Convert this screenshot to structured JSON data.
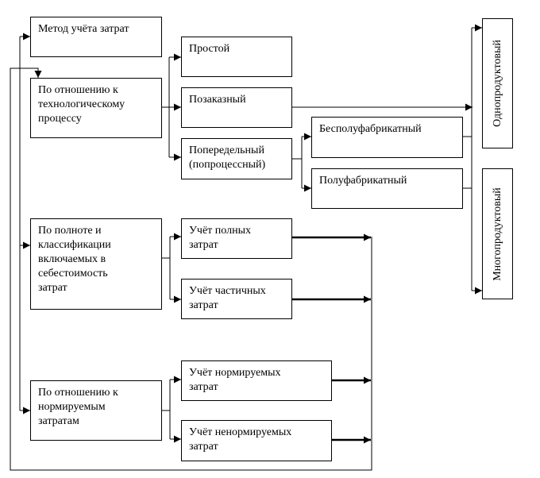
{
  "nodes": {
    "method": "Метод учёта затрат",
    "tech": "По отношению к\nтехнологическому\nпроцессу",
    "simple": "Простой",
    "order": "Позаказный",
    "process": "Попередельный\n(попроцессный)",
    "no_semi": "Бесполуфабрикатный",
    "semi": "Полуфабрикатный",
    "completeness": "По полноте и\nклассификации\nвключаемых в\nсебестоимость\nзатрат",
    "full": "Учёт полных\nзатрат",
    "partial": "Учёт частичных\nзатрат",
    "normed": "По отношению к\nнормируемым\nзатратам",
    "normed_cost": "Учёт нормируемых\nзатрат",
    "unnormed_cost": "Учёт  ненормируемых\nзатрат",
    "single": "Однопродуктовый",
    "multi": "Многопродуктовый"
  }
}
